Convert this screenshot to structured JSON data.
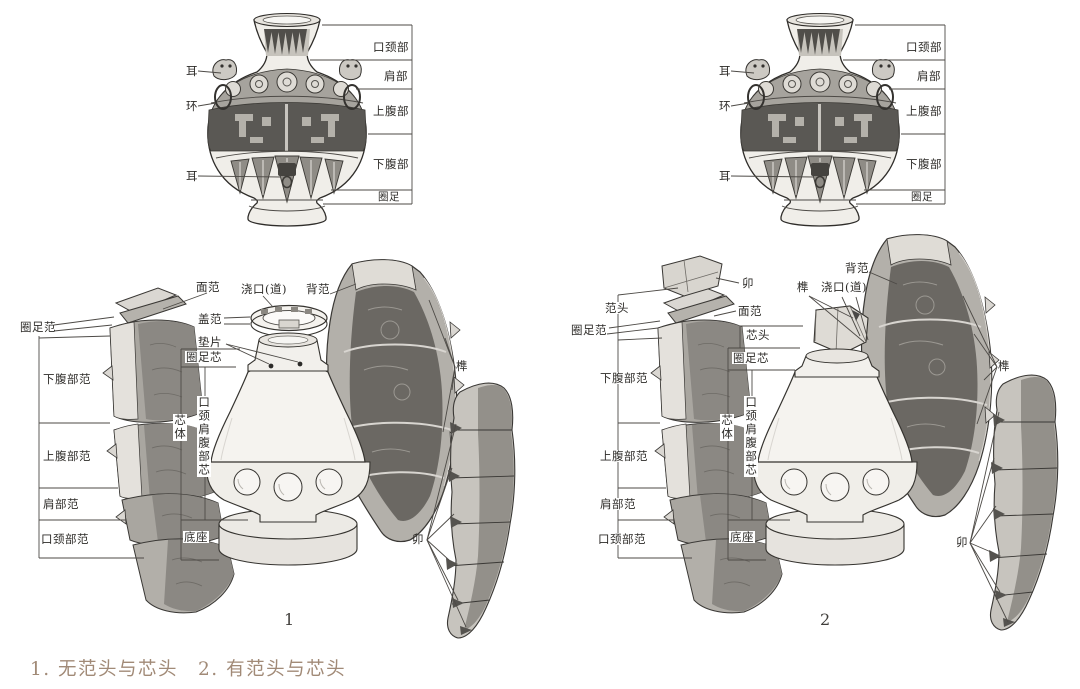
{
  "figure": {
    "caption": "1. 无范头与芯头　2. 有范头与芯头",
    "caption_color": "#a18a77",
    "panel_numbers": [
      "1",
      "2"
    ]
  },
  "vessel_labels": {
    "mouth_neck": "口颈部",
    "shoulder": "肩部",
    "upper_belly": "上腹部",
    "lower_belly": "下腹部",
    "foot_ring": "圈足",
    "ear": "耳",
    "ring": "环"
  },
  "mold_labels": {
    "foot_ring_mold": "圈足范",
    "lower_belly_mold": "下腹部范",
    "upper_belly_mold": "上腹部范",
    "shoulder_mold": "肩部范",
    "mouth_neck_mold": "口颈部范",
    "face_mold": "面范",
    "pouring_gate": "浇口(道)",
    "back_mold": "背范",
    "cover_mold": "盖范",
    "spacer": "垫片",
    "foot_ring_core": "圈足芯",
    "core_body": "芯体",
    "mouth_neck_shoulder_belly_core": "口颈肩腹部芯",
    "base": "底座",
    "tenon": "榫",
    "mortise": "卯",
    "mold_head": "范头",
    "core_head": "芯头"
  }
}
